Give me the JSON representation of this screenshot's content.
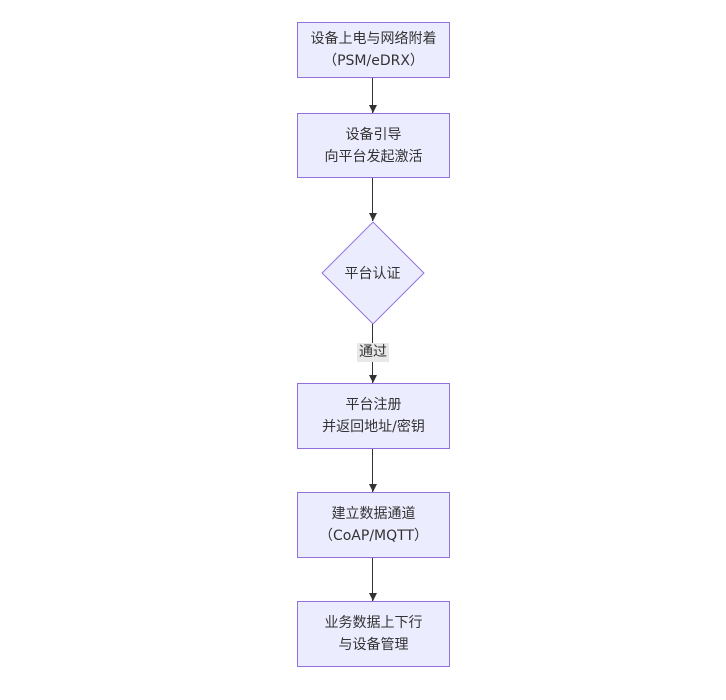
{
  "colors": {
    "node_fill": "#ECECFF",
    "node_border": "#9370DB",
    "text": "#333333",
    "arrow": "#333333",
    "edge_label_bg": "#e8e8e8",
    "background": "#ffffff"
  },
  "chart_data": {
    "type": "flowchart",
    "direction": "top-down"
  },
  "nodes": [
    {
      "id": "power-on",
      "type": "rect",
      "lines": [
        "设备上电与网络附着",
        "（PSM/eDRX）"
      ]
    },
    {
      "id": "bootstrap",
      "type": "rect",
      "lines": [
        "设备引导",
        "向平台发起激活"
      ]
    },
    {
      "id": "platform-auth",
      "type": "diamond",
      "lines": [
        "平台认证"
      ]
    },
    {
      "id": "register",
      "type": "rect",
      "lines": [
        "平台注册",
        "并返回地址/密钥"
      ]
    },
    {
      "id": "data-channel",
      "type": "rect",
      "lines": [
        "建立数据通道",
        "（CoAP/MQTT）"
      ]
    },
    {
      "id": "business-data",
      "type": "rect",
      "lines": [
        "业务数据上下行",
        "与设备管理"
      ]
    }
  ],
  "edges": [
    {
      "from": "power-on",
      "to": "bootstrap",
      "label": ""
    },
    {
      "from": "bootstrap",
      "to": "platform-auth",
      "label": ""
    },
    {
      "from": "platform-auth",
      "to": "register",
      "label": "通过"
    },
    {
      "from": "register",
      "to": "data-channel",
      "label": ""
    },
    {
      "from": "data-channel",
      "to": "business-data",
      "label": ""
    }
  ]
}
